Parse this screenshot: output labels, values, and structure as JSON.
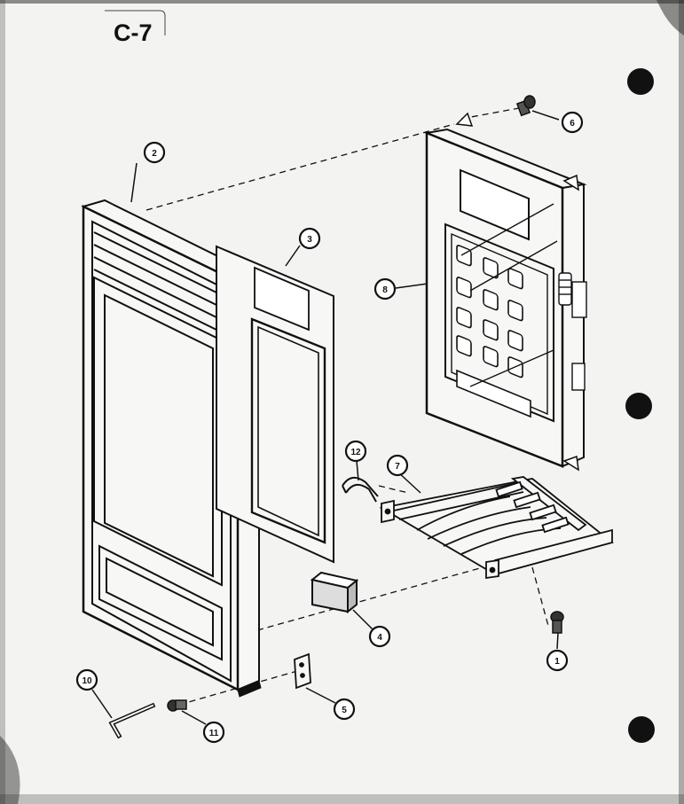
{
  "page_code": "C-7",
  "callouts": {
    "c1": "1",
    "c2": "2",
    "c3": "3",
    "c4": "4",
    "c5": "5",
    "c6": "6",
    "c7": "7",
    "c8": "8",
    "c10": "10",
    "c11": "11",
    "c12": "12"
  },
  "colors": {
    "ink": "#111111",
    "paper": "#f3f3f1",
    "panel_fill": "#f7f7f5"
  }
}
